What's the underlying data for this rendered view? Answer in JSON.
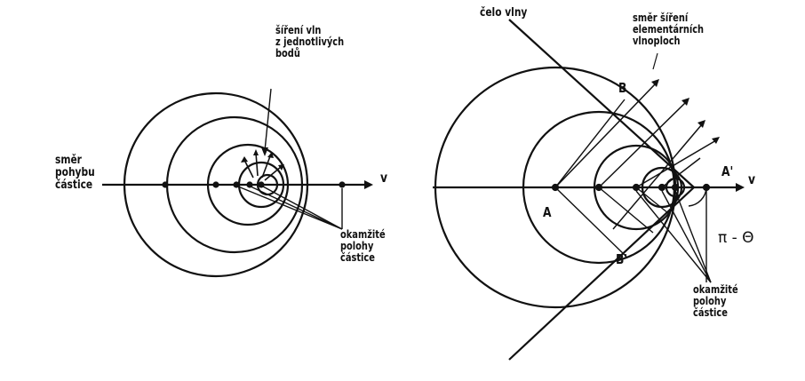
{
  "left_figure": {
    "label_propagation": "šíření vln\nz jednotlivých\nbodů",
    "label_direction": "směr\npohybu\nčástice",
    "label_positions": "okamžité\npolohy\nčástice",
    "axis_v": "v"
  },
  "right_figure": {
    "label_wavefront": "čelo vlny",
    "label_direction": "směr šíření\nelementárních\nvlnoploch",
    "label_B": "B",
    "label_B_prime": "B'",
    "label_A": "A",
    "label_A_prime": "A'",
    "axis_v": "v",
    "label_angle": "π - Θ",
    "label_positions": "okamžité\npolohy\nčástice"
  }
}
